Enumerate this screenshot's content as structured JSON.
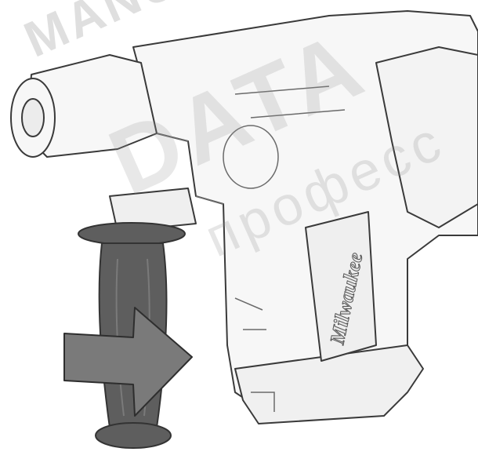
{
  "illustration": {
    "subject": "rotary hammer with side handle being rotated",
    "brand_marking": "Milwaukee",
    "arrow_color": "#7a7a7a",
    "handle_color": "#5e5e5e"
  },
  "watermark": {
    "line1": "MANUAL",
    "line2": "DATA",
    "line3": "професс"
  }
}
